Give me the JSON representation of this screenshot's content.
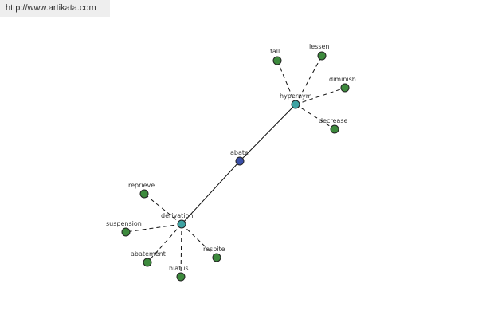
{
  "header": {
    "url": "http://www.artikata.com"
  },
  "graph": {
    "center": {
      "id": "abate",
      "label": "abate",
      "color": "#3a4fa8"
    },
    "hubs": [
      {
        "id": "hypernym",
        "label": "hypernym",
        "color": "#3fa3a3"
      },
      {
        "id": "derivation",
        "label": "derivation",
        "color": "#3fa3a3"
      }
    ],
    "leaves": [
      {
        "id": "fall",
        "label": "fall",
        "hub": "hypernym"
      },
      {
        "id": "lessen",
        "label": "lessen",
        "hub": "hypernym"
      },
      {
        "id": "diminish",
        "label": "diminish",
        "hub": "hypernym"
      },
      {
        "id": "decrease",
        "label": "decrease",
        "hub": "hypernym"
      },
      {
        "id": "reprieve",
        "label": "reprieve",
        "hub": "derivation"
      },
      {
        "id": "suspension",
        "label": "suspension",
        "hub": "derivation"
      },
      {
        "id": "abatement",
        "label": "abatement",
        "hub": "derivation"
      },
      {
        "id": "hiatus",
        "label": "hiatus",
        "hub": "derivation"
      },
      {
        "id": "respite",
        "label": "respite",
        "hub": "derivation"
      }
    ],
    "leaf_color": "#3d8a3d"
  }
}
